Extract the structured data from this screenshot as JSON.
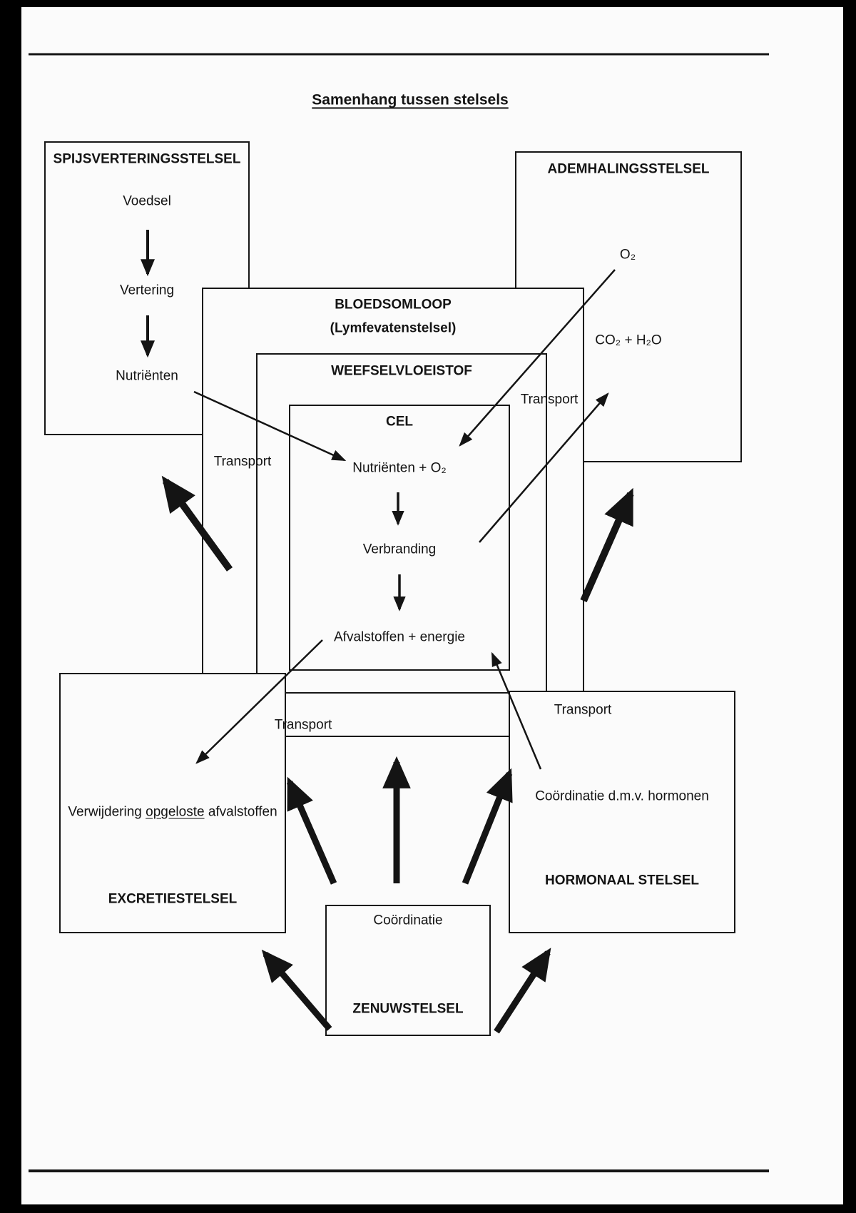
{
  "title": "Samenhang tussen stelsels",
  "systems": {
    "spijsvertering": {
      "title": "SPIJSVERTERINGSSTELSEL",
      "voedsel": "Voedsel",
      "vertering": "Vertering",
      "nutrienten": "Nutriënten"
    },
    "ademhaling": {
      "title": "ADEMHALINGSSTELSEL",
      "o2": "O₂",
      "co2_h2o": "CO₂ + H₂O"
    },
    "bloedsomloop": {
      "title": "BLOEDSOMLOOP",
      "subtitle": "(Lymfevatenstelsel)"
    },
    "weefselvloeistof": {
      "title": "WEEFSELVLOEISTOF"
    },
    "cel": {
      "title": "CEL",
      "input": "Nutriënten + O₂",
      "proces": "Verbranding",
      "output": "Afvalstoffen + energie"
    },
    "excretie": {
      "title": "EXCRETIESTELSEL",
      "desc_pre": "Verwijdering",
      "desc_underline": "opgeloste",
      "desc_post": "afvalstoffen"
    },
    "hormonaal": {
      "title": "HORMONAAL STELSEL",
      "desc": "Coördinatie d.m.v. hormonen"
    },
    "zenuw": {
      "title": "ZENUWSTELSEL",
      "desc": "Coördinatie"
    }
  },
  "labels": {
    "transport": "Transport"
  },
  "colors": {
    "ink": "#141414",
    "paper": "#fbfbfb",
    "frame": "#000000"
  }
}
